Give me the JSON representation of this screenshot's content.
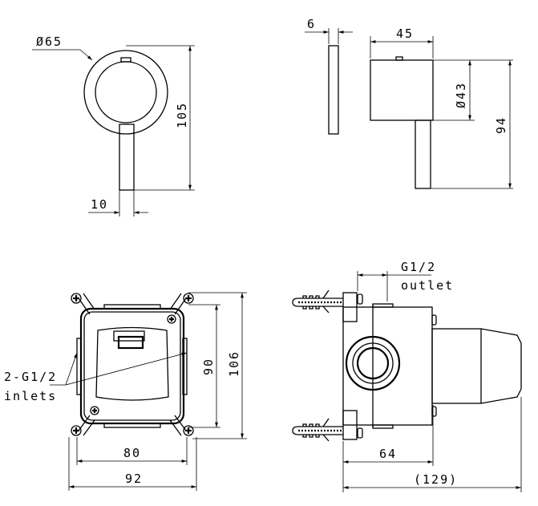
{
  "top_front": {
    "diameter": "Ø65",
    "height": "105",
    "handle_width": "10"
  },
  "top_plate": {
    "thickness": "6"
  },
  "top_side": {
    "depth": "45",
    "diameter": "Ø43",
    "height": "94"
  },
  "box_front": {
    "inner_height": "90",
    "outer_height": "106",
    "inner_width": "80",
    "outer_width": "92",
    "inlet_label_1": "2-G1/2",
    "inlet_label_2": "inlets"
  },
  "box_side": {
    "outlet_label_1": "G1/2",
    "outlet_label_2": "outlet",
    "body_depth": "64",
    "total_depth": "(129)"
  }
}
